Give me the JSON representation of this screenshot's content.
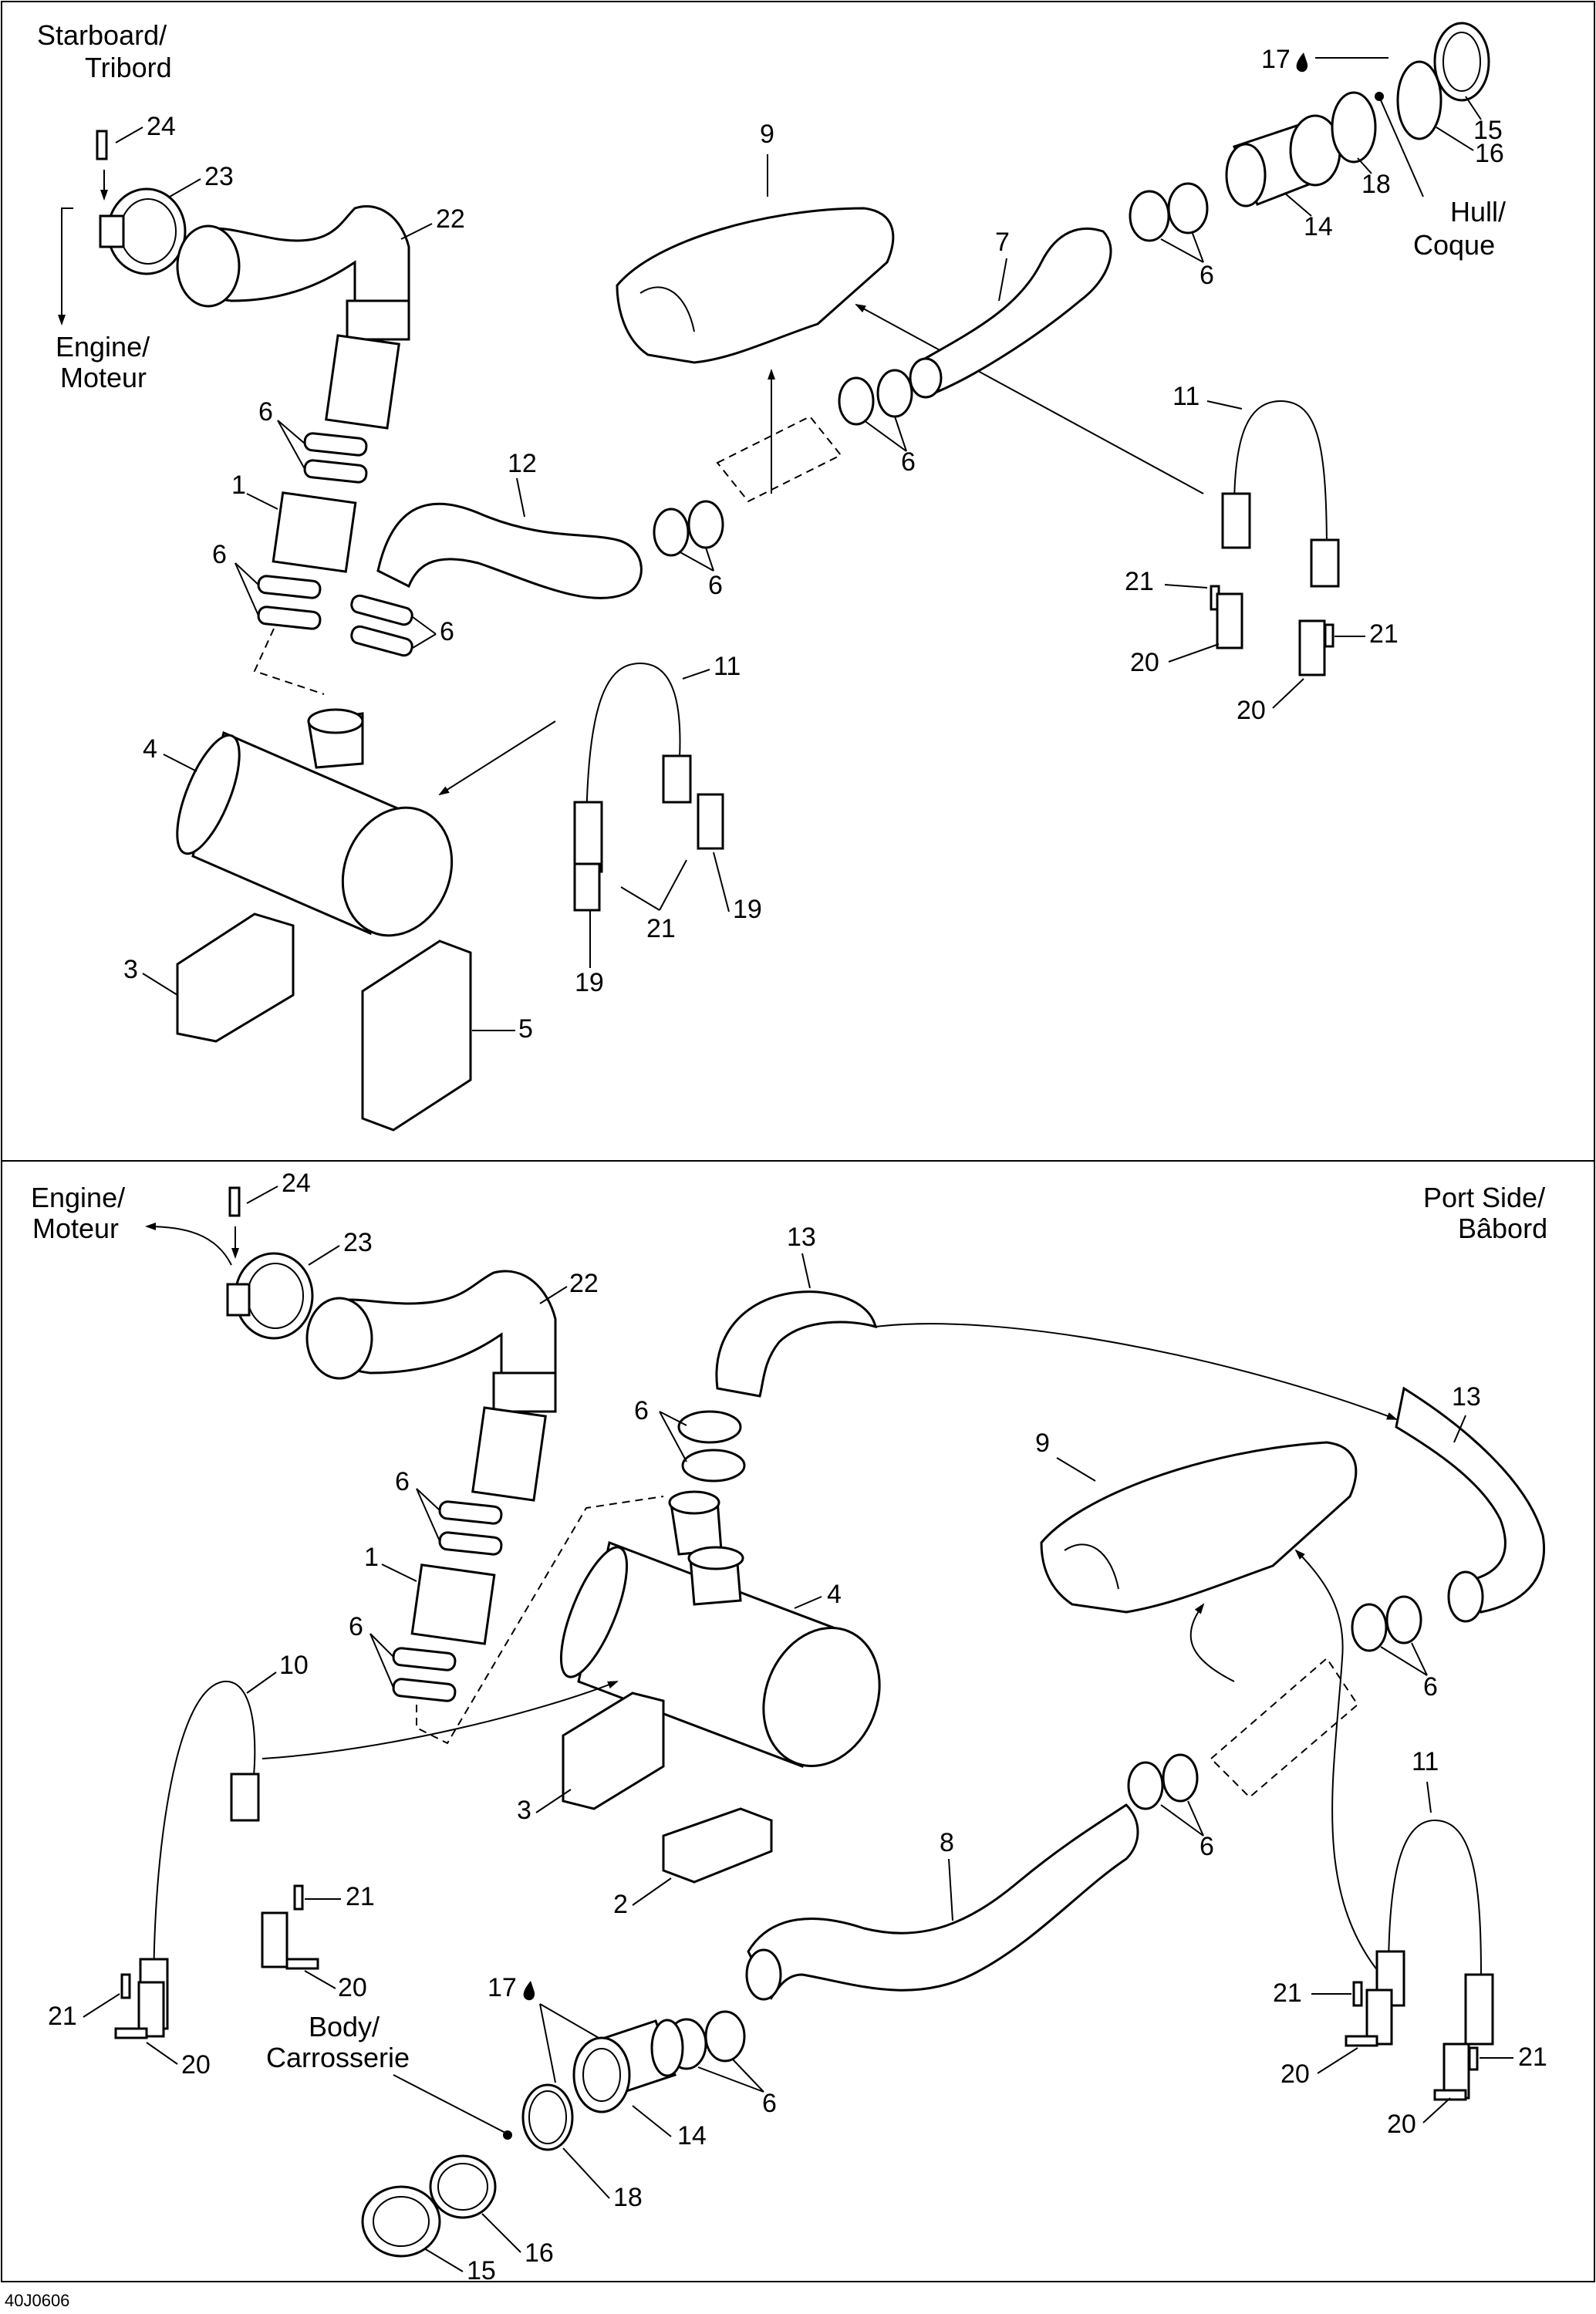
{
  "figure_code": "40J0606",
  "top_panel": {
    "side_label_line1": "Starboard/",
    "side_label_line2": "Tribord",
    "engine_line1": "Engine/",
    "engine_line2": "Moteur",
    "hull_line1": "Hull/",
    "hull_line2": "Coque",
    "callouts": {
      "c24": "24",
      "c23": "23",
      "c22": "22",
      "c9": "9",
      "c7": "7",
      "c17": "17",
      "c15": "15",
      "c16": "16",
      "c18": "18",
      "c14": "14",
      "c6a": "6",
      "c6b": "6",
      "c6c": "6",
      "c6d": "6",
      "c6e": "6",
      "c6f": "6",
      "c1": "1",
      "c12": "12",
      "c11a": "11",
      "c11b": "11",
      "c4": "4",
      "c21a": "21",
      "c21b": "21",
      "c21c": "21",
      "c20a": "20",
      "c20b": "20",
      "c19a": "19",
      "c19b": "19",
      "c3": "3",
      "c5": "5"
    }
  },
  "bottom_panel": {
    "side_label_line1": "Port Side/",
    "side_label_line2": "Bâbord",
    "engine_line1": "Engine/",
    "engine_line2": "Moteur",
    "body_line1": "Body/",
    "body_line2": "Carrosserie",
    "callouts": {
      "c24": "24",
      "c23": "23",
      "c22": "22",
      "c13a": "13",
      "c13b": "13",
      "c9": "9",
      "c6a": "6",
      "c6b": "6",
      "c6c": "6",
      "c6d": "6",
      "c6e": "6",
      "c6f": "6",
      "c1": "1",
      "c4": "4",
      "c10": "10",
      "c3": "3",
      "c2": "2",
      "c8": "8",
      "c11": "11",
      "c21a": "21",
      "c21b": "21",
      "c21c": "21",
      "c21d": "21",
      "c20a": "20",
      "c20b": "20",
      "c20c": "20",
      "c20d": "20",
      "c17": "17",
      "c14": "14",
      "c18": "18",
      "c16": "16",
      "c15": "15"
    }
  }
}
